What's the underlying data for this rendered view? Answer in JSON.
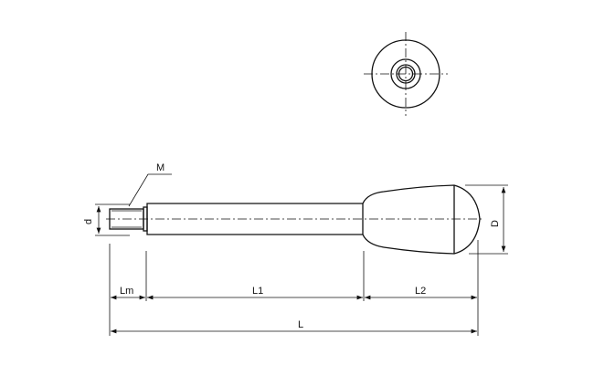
{
  "drawing": {
    "labels": {
      "M": "M",
      "d": "d",
      "D": "D",
      "Lm": "Lm",
      "L1": "L1",
      "L2": "L2",
      "L": "L"
    },
    "views": [
      "end-view",
      "side-view"
    ],
    "line_color": "#111111"
  }
}
